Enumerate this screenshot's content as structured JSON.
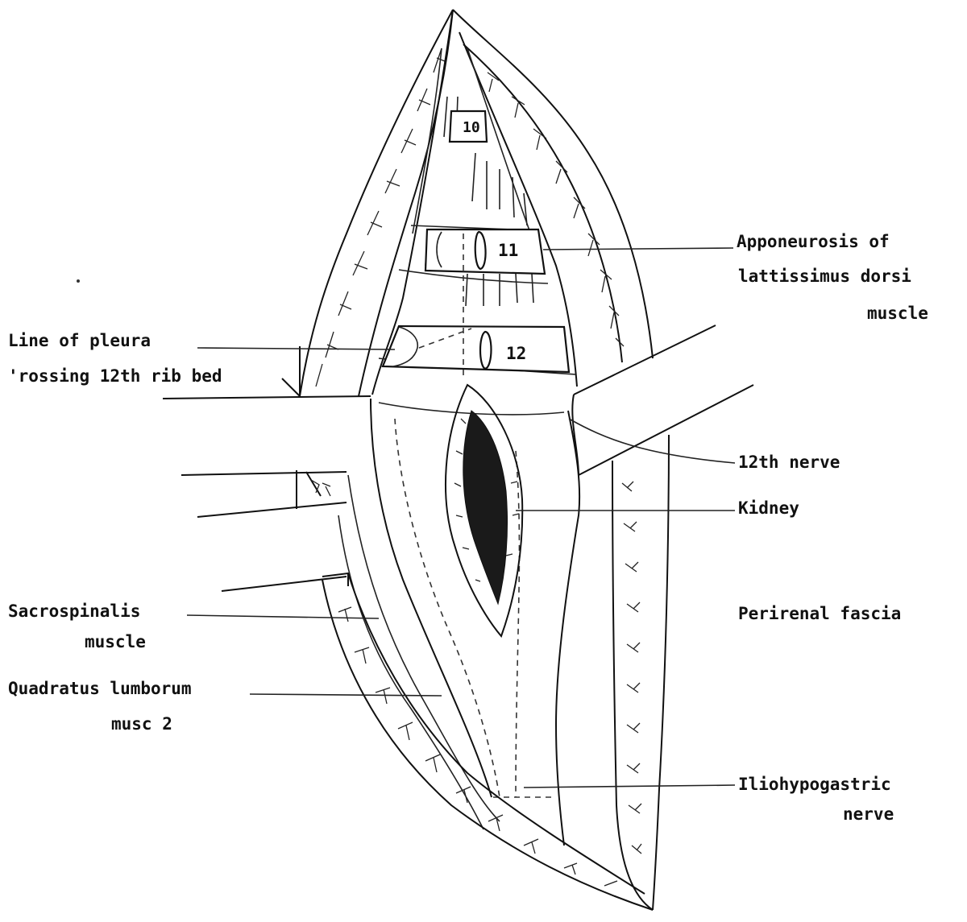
{
  "labels": {
    "apponeurosis_1": "Apponeurosis of",
    "apponeurosis_2": "lattissimus dorsi",
    "apponeurosis_3": "muscle",
    "pleura_1": "Line of pleura",
    "pleura_2": "'rossing 12th rib bed",
    "nerve12": "12th nerve",
    "kidney": "Kidney",
    "perirenal": "Perirenal fascia",
    "sacro_1": "Sacrospinalis",
    "sacro_2": "muscle",
    "quadratus_1": "Quadratus lumborum",
    "quadratus_2": "musc 2",
    "ilio_1": "Iliohypogastric",
    "ilio_2": "nerve"
  },
  "ribs": {
    "r10": "10",
    "r11": "11",
    "r12": "12"
  }
}
